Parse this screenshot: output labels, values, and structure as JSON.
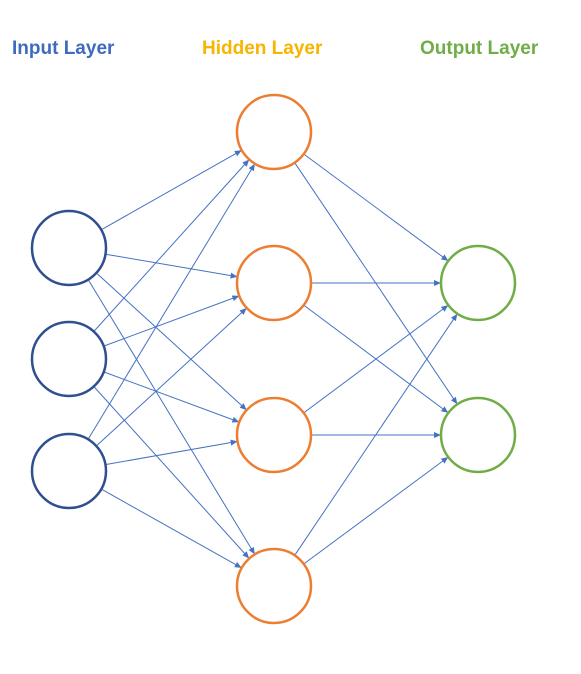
{
  "layers": [
    {
      "key": "input",
      "title": "Input Layer",
      "color": "#3f6bbf",
      "node_stroke": "#2f4f8f",
      "node_count": 3
    },
    {
      "key": "hidden",
      "title": "Hidden Layer",
      "color": "#f7b500",
      "node_stroke": "#ed7d31",
      "node_count": 4
    },
    {
      "key": "output",
      "title": "Output Layer",
      "color": "#70ad47",
      "node_stroke": "#70ad47",
      "node_count": 2
    }
  ],
  "edge_color": "#4472c4",
  "connectivity": "fully-connected"
}
